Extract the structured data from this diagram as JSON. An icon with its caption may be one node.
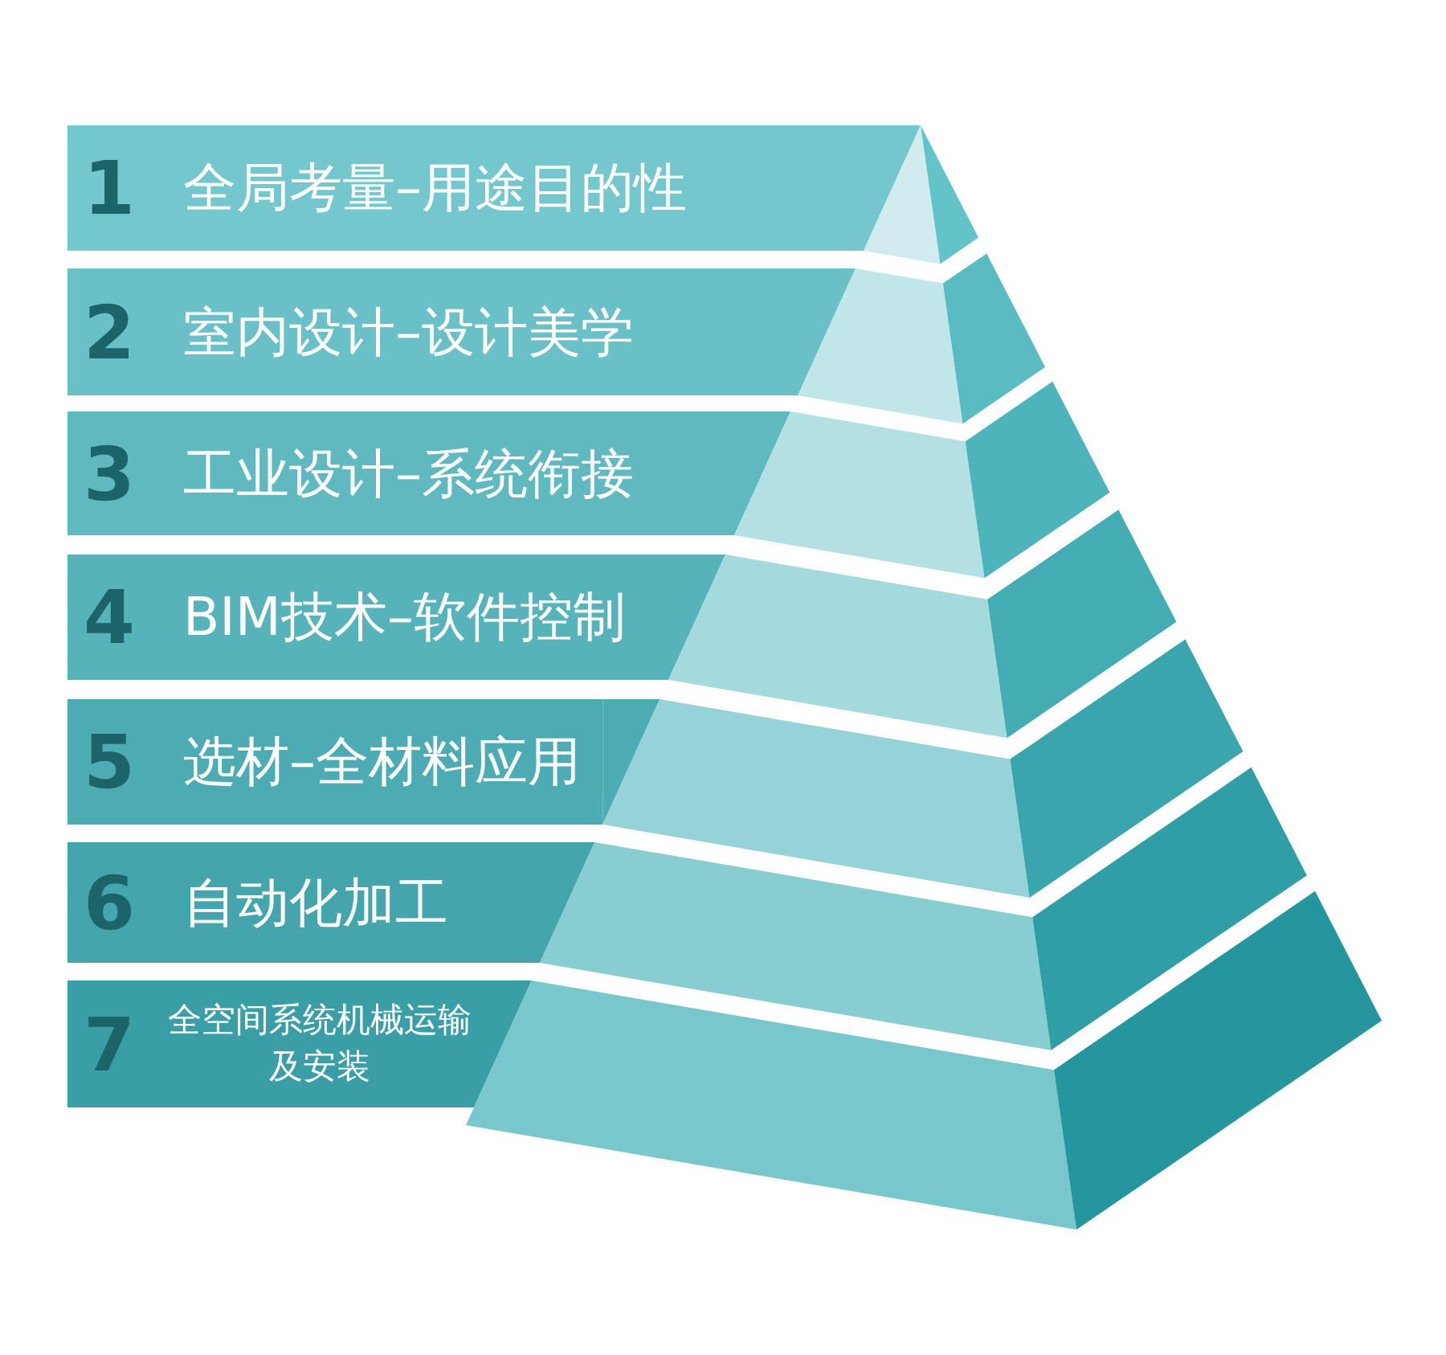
{
  "diagram": {
    "nodes": [
      {
        "text": [
          "1",
          "全局考量–用途目的性"
        ]
      },
      {
        "text": [
          "2",
          "室内设计–设计美学"
        ]
      },
      {
        "text": [
          "3",
          "工业设计–系统衔接"
        ]
      },
      {
        "text": [
          "4",
          "BIM技术–软件控制"
        ]
      },
      {
        "text": [
          "5",
          "选材–全材料应用"
        ]
      },
      {
        "text": [
          "6",
          "自动化加工"
        ]
      },
      {
        "text": [
          "7",
          "全空间系统机械运输及安装"
        ]
      }
    ]
  }
}
